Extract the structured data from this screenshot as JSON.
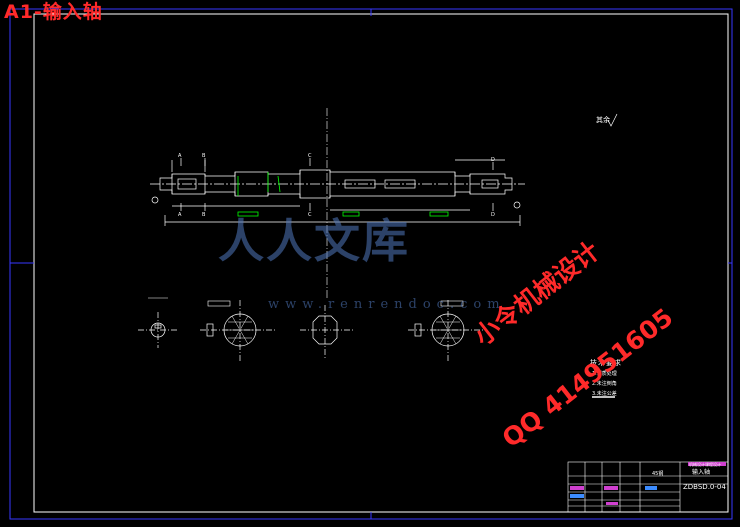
{
  "sheet_title": "A1-输入轴",
  "watermark": {
    "main": "人人文库",
    "url": "www.renrendoc.com"
  },
  "stamp": {
    "line1": "小令机械设计",
    "line2": "QQ 414951605"
  },
  "surface_roughness_note": "其余",
  "technical_requirements": {
    "title": "技术要求",
    "items": [
      "1.调质处理",
      "2.未注倒角",
      "3.未注公差"
    ]
  },
  "title_block": {
    "material": "45钢",
    "part_name": "输入轴",
    "drawing_no": "ZDBSD.0-04",
    "school": "机械设计课程设计"
  },
  "colors": {
    "background": "#000000",
    "lines": "#ffffff",
    "frame": "#3838ff",
    "highlight": "#00ff00",
    "stamp": "#ff2a2a",
    "watermark": "#5078be"
  }
}
